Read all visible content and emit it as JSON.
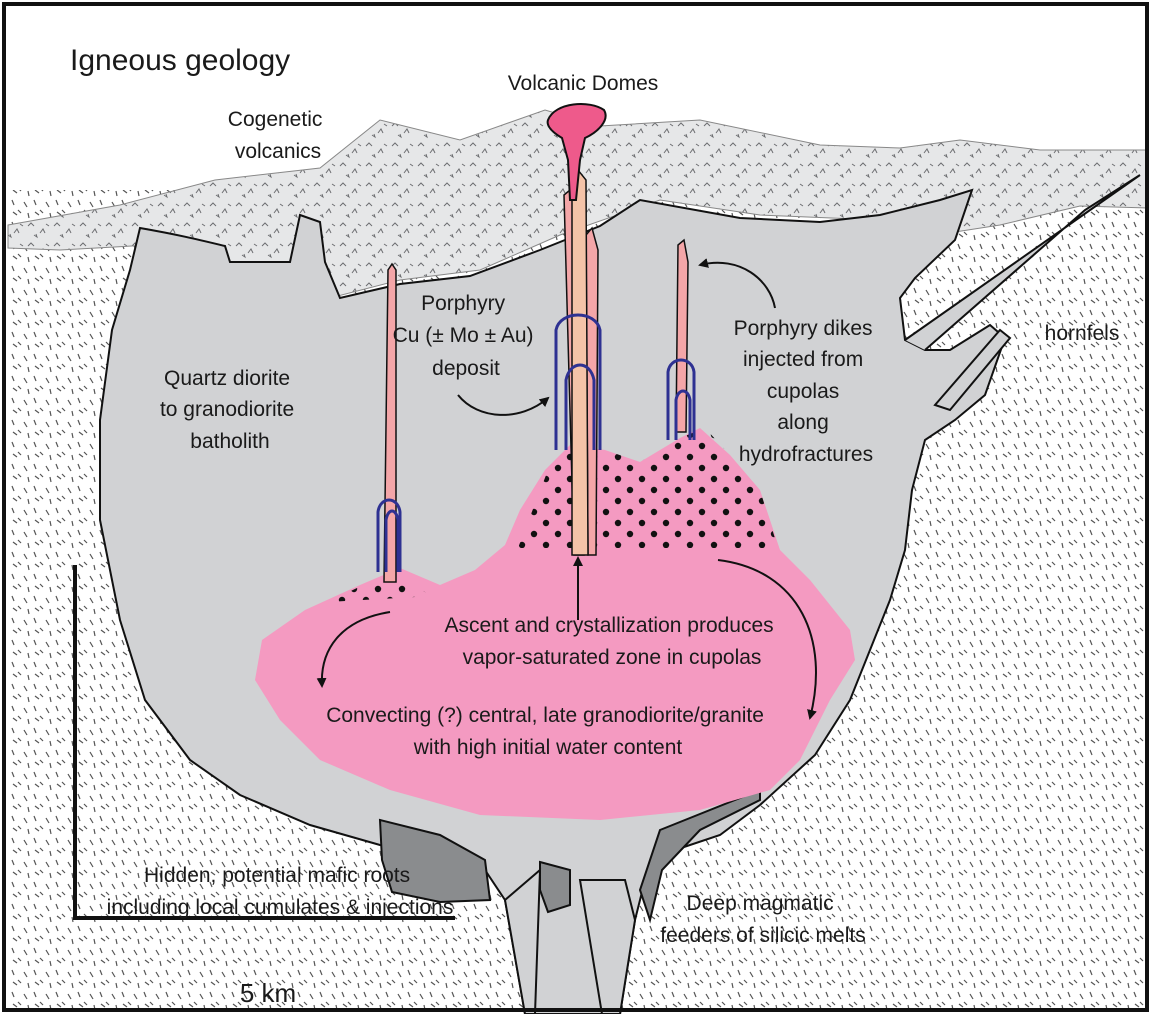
{
  "title": "Igneous geology",
  "labels": {
    "volcanic_domes": "Volcanic Domes",
    "cogenetic_volcanics": [
      "Cogenetic",
      "volcanics"
    ],
    "porphyry_deposit": [
      "Porphyry",
      "Cu (± Mo ± Au)",
      "deposit"
    ],
    "porphyry_dikes": [
      "Porphyry dikes",
      "injected from",
      "cupolas",
      "along",
      "hydrofractures"
    ],
    "hornfels": "hornfels",
    "batholith": [
      "Quartz diorite",
      "to granodiorite",
      "batholith"
    ],
    "ascent": [
      "Ascent and crystallization produces",
      "vapor-saturated zone in cupolas"
    ],
    "convecting": [
      "Convecting (?) central, late granodiorite/granite",
      "with high initial water content"
    ],
    "mafic_roots": [
      "Hidden, potential mafic roots",
      "including local cumulates & injections"
    ],
    "feeders": [
      "Deep magmatic",
      "feeders of silicic melts"
    ],
    "scale": "5 km"
  },
  "colors": {
    "batholith": "#d1d2d4",
    "volcanics": "#e6e7e8",
    "granite_pink": "#f49ac1",
    "dome_pink": "#ee5a8b",
    "dike_pink": "#f4a6a8",
    "vein_blue": "#2e3192",
    "mafic_dark": "#8a8c8e"
  }
}
